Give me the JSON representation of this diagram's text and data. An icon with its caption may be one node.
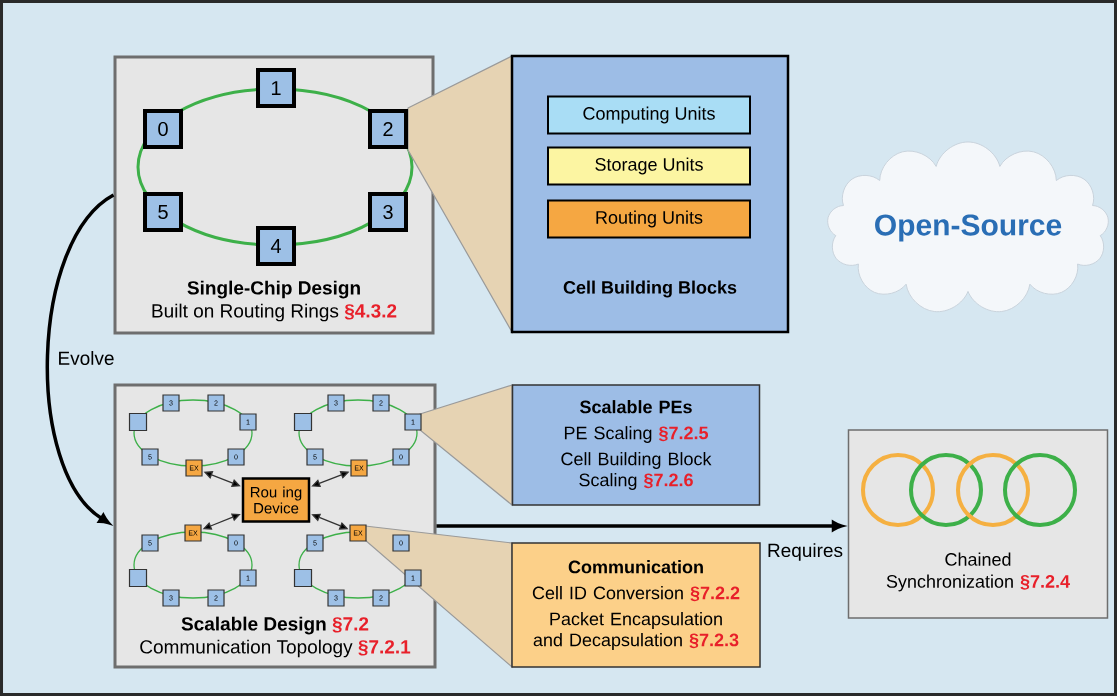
{
  "diagram": {
    "nodes": [
      {
        "text": [
          "Single-Chip Design",
          "Built on Routing Rings",
          "§4.3.2"
        ]
      },
      {
        "text": [
          "1"
        ],
        "in": 0
      },
      {
        "text": [
          "0"
        ],
        "in": 0
      },
      {
        "text": [
          "2"
        ],
        "in": 0
      },
      {
        "text": [
          "5"
        ],
        "in": 0
      },
      {
        "text": [
          "3"
        ],
        "in": 0
      },
      {
        "text": [
          "4"
        ],
        "in": 0
      },
      {
        "text": [
          "Cell Building Blocks"
        ]
      },
      {
        "text": [
          "Computing Units"
        ],
        "in": 7
      },
      {
        "text": [
          "Storage Units"
        ],
        "in": 7
      },
      {
        "text": [
          "Routing Units"
        ],
        "in": 7
      },
      {
        "text": [
          "Open-Source"
        ]
      },
      {
        "text": [
          "Scalable Design",
          "§7.2",
          "Communication Topology",
          "§7.2.1"
        ]
      },
      {
        "text": [
          "3"
        ],
        "in": 12
      },
      {
        "text": [
          "2"
        ],
        "in": 12
      },
      {
        "text": [],
        "shape": "box",
        "in": 12
      },
      {
        "text": [
          "1"
        ],
        "in": 12
      },
      {
        "text": [
          "5"
        ],
        "in": 12
      },
      {
        "text": [
          "EX"
        ],
        "in": 12
      },
      {
        "text": [
          "0"
        ],
        "in": 12
      },
      {
        "text": [
          "3"
        ],
        "in": 12
      },
      {
        "text": [
          "2"
        ],
        "in": 12
      },
      {
        "text": [],
        "shape": "box",
        "in": 12
      },
      {
        "text": [
          "1"
        ],
        "in": 12
      },
      {
        "text": [
          "5"
        ],
        "in": 12
      },
      {
        "text": [
          "EX"
        ],
        "in": 12
      },
      {
        "text": [
          "0"
        ],
        "in": 12
      },
      {
        "text": [
          "EX"
        ],
        "in": 12
      },
      {
        "text": [
          "5"
        ],
        "in": 12
      },
      {
        "text": [
          "0"
        ],
        "in": 12
      },
      {
        "text": [],
        "shape": "box",
        "in": 12
      },
      {
        "text": [
          "1"
        ],
        "in": 12
      },
      {
        "text": [
          "3"
        ],
        "in": 12
      },
      {
        "text": [
          "2"
        ],
        "in": 12
      },
      {
        "text": [
          "EX"
        ],
        "in": 12
      },
      {
        "text": [
          "5"
        ],
        "in": 12
      },
      {
        "text": [
          "0"
        ],
        "in": 12
      },
      {
        "text": [],
        "shape": "box",
        "in": 12
      },
      {
        "text": [
          "1"
        ],
        "in": 12
      },
      {
        "text": [
          "3"
        ],
        "in": 12
      },
      {
        "text": [
          "2"
        ],
        "in": 12
      },
      {
        "text": [
          "Rou ing Device"
        ],
        "in": 12
      },
      {
        "text": [
          "Scalable PEs",
          "PE Scaling",
          "§7.2.5",
          "Cell Building Block Scaling",
          "§7.2.6"
        ]
      },
      {
        "text": [
          "Communication",
          "Cell ID Conversion",
          "§7.2.2",
          "Packet Encapsulation and Decapsulation",
          "§7.2.3"
        ]
      },
      {
        "text": [
          "Chained Synchronization",
          "§7.2.4"
        ]
      }
    ],
    "edges": [
      {
        "from": 0,
        "to": 12,
        "arrow": "to",
        "label": "Evolve",
        "style": "thick"
      },
      {
        "from": 18,
        "to": 41,
        "arrow": "both"
      },
      {
        "from": 25,
        "to": 41,
        "arrow": "both"
      },
      {
        "from": 27,
        "to": 41,
        "arrow": "both"
      },
      {
        "from": 34,
        "to": 41,
        "arrow": "both"
      },
      {
        "from": 12,
        "to": 44,
        "arrow": "to",
        "label": "Requires",
        "style": "thick"
      }
    ]
  }
}
